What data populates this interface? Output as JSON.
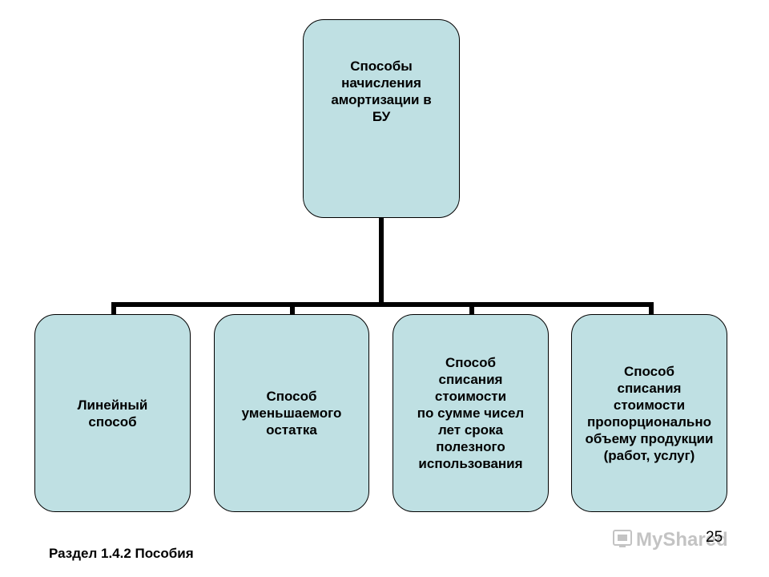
{
  "root": {
    "label": "Способы\nначисления\nамортизации в\nБУ"
  },
  "children": [
    {
      "label": "Линейный\nспособ"
    },
    {
      "label": "Способ\nуменьшаемого\nостатка"
    },
    {
      "label": "Способ\nсписания\nстоимости\nпо сумме чисел\nлет срока\nполезного\nиспользования"
    },
    {
      "label": "Способ\nсписания\nстоимости\nпропорционально\nобъему продукции\n(работ, услуг)"
    }
  ],
  "footer": {
    "text": "Раздел 1.4.2 Пособия"
  },
  "page_number": "25",
  "watermark": {
    "text": "MyShared"
  },
  "colors": {
    "box_fill": "#bfe0e3",
    "line": "#000000"
  }
}
